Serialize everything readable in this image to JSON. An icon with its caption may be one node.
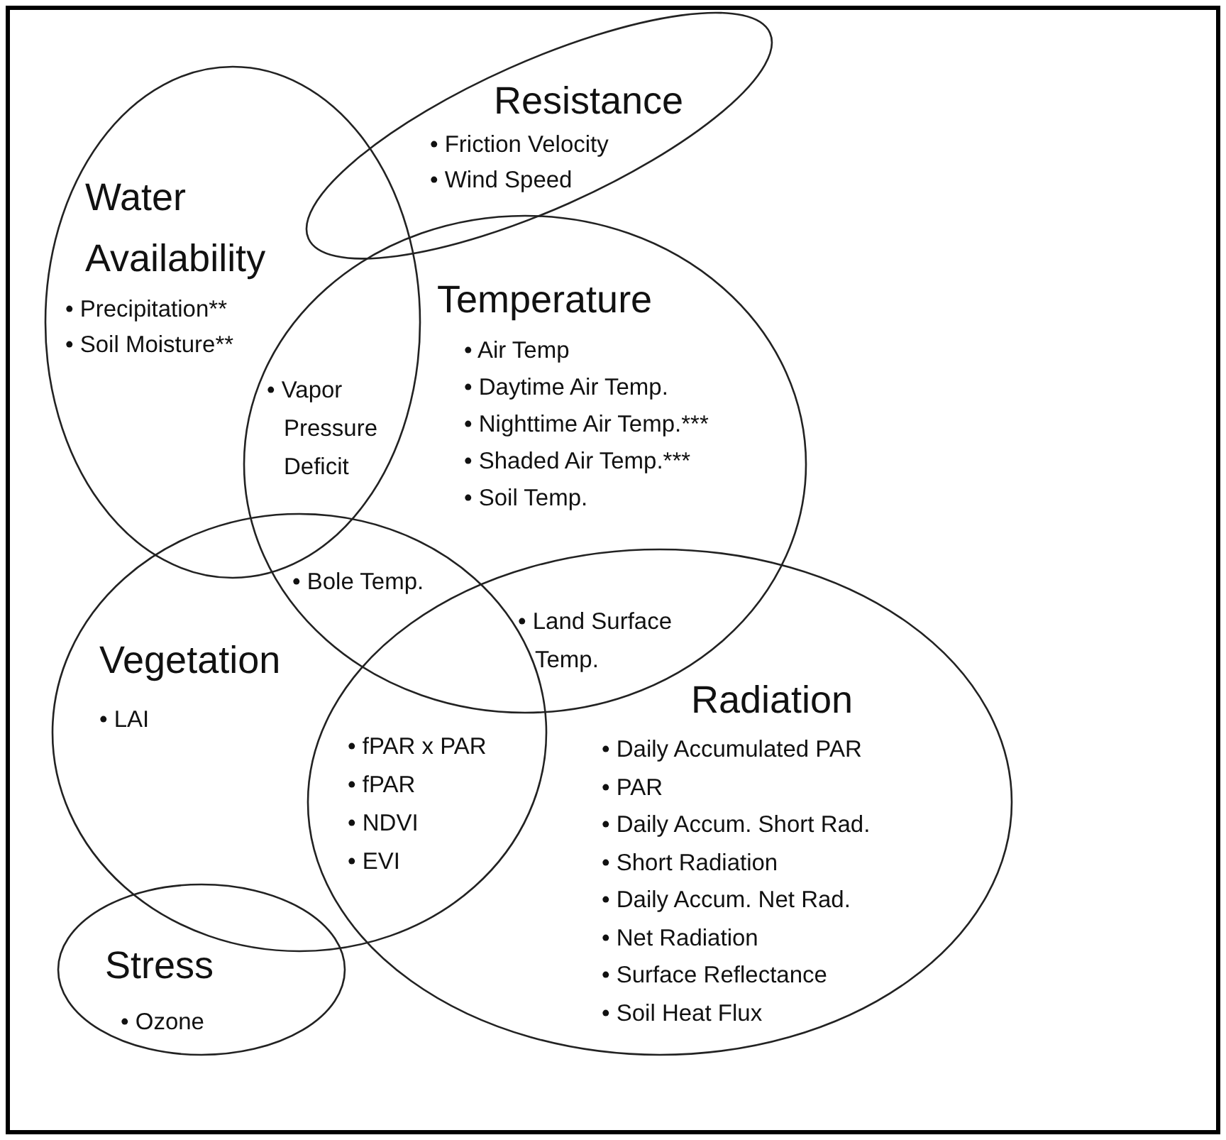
{
  "diagram": {
    "nodes": [
      {
        "text": [
          "Resistance",
          "• Friction Velocity",
          "• Wind Speed"
        ]
      },
      {
        "text": [
          "Water Availability",
          "• Precipitation**",
          "• Soil Moisture**"
        ]
      },
      {
        "text": [
          "Temperature",
          "• Air Temp",
          "• Daytime Air Temp.",
          "• Nighttime Air Temp.***",
          "• Shaded Air Temp.***",
          "• Soil Temp."
        ]
      },
      {
        "text": [
          "Vegetation",
          "• LAI"
        ]
      },
      {
        "text": [
          "Radiation",
          "• Daily Accumulated PAR",
          "• PAR",
          "• Daily Accum. Short Rad.",
          "• Short Radiation",
          "• Daily Accum. Net Rad.",
          "• Net Radiation",
          "• Surface Reflectance",
          "• Soil Heat Flux"
        ]
      },
      {
        "text": [
          "Stress",
          "• Ozone"
        ]
      }
    ],
    "labels": [
      "• Vapor Pressure Deficit",
      "• Bole Temp.",
      "• Land Surface Temp.",
      "• fPAR x PAR",
      "• fPAR",
      "• NDVI",
      "• EVI"
    ]
  }
}
